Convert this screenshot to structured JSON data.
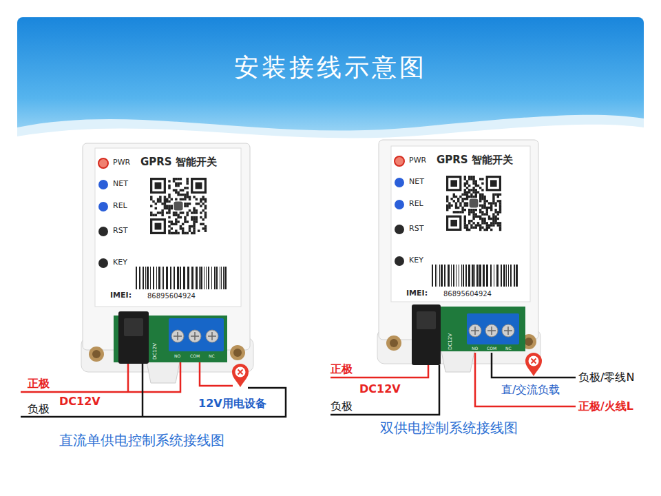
{
  "diagram": {
    "title": "安装接线示意图",
    "nodes": [
      {
        "text": [
          "GPRS 智能开关",
          "PWR",
          "NET",
          "REL",
          "RST",
          "KEY",
          "IMEI:",
          "86895604924"
        ]
      },
      {
        "text": [
          "GPRS 智能开关",
          "PWR",
          "NET",
          "REL",
          "RST",
          "KEY",
          "IMEI:",
          "86895604924"
        ]
      }
    ],
    "labels": [
      "DC12V",
      "NO",
      "COM",
      "NC",
      "正极",
      "DC12V",
      "负极",
      "12V用电设备",
      "直流单供电控制系统接线图",
      "DC12V",
      "NO",
      "COM",
      "NC",
      "正极",
      "DC12V",
      "负极",
      "直/交流负载",
      "负极/零线N",
      "正极/火线L",
      "双供电控制系统接线图"
    ]
  }
}
